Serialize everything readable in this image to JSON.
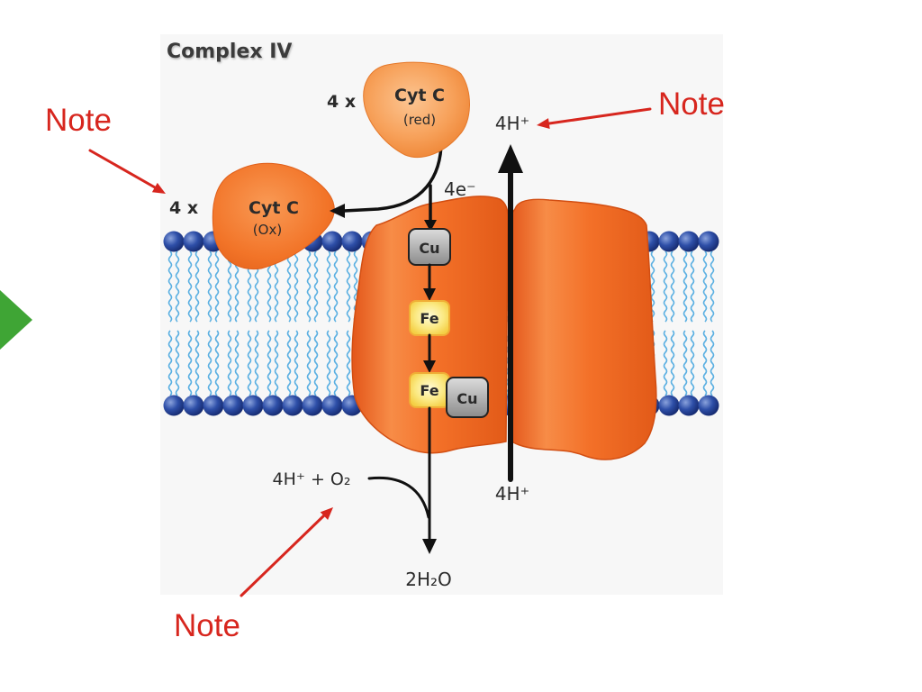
{
  "slide": {
    "annotations": [
      {
        "label": "Note"
      },
      {
        "label": "Note"
      },
      {
        "label": "Note"
      }
    ]
  },
  "diagram": {
    "title": "Complex IV",
    "cyt_c_reduced": {
      "count": "4 x",
      "name": "Cyt C",
      "state": "(red)"
    },
    "cyt_c_oxidized": {
      "count": "4 x",
      "name": "Cyt C",
      "state": "(Ox)"
    },
    "electrons_label": "4e⁻",
    "protons_top_label": "4H⁺",
    "protons_bottom_label": "4H⁺",
    "cofactors": [
      "Cu",
      "Fe",
      "Fe",
      "Cu"
    ],
    "reactants_label": "4H⁺ + O₂",
    "product_label": "2H₂O"
  },
  "icons": {
    "slide_marker": "green-triangle-icon",
    "annotation_pointer": "red-arrow-icon"
  },
  "colors": {
    "annotation_red": "#d7261e",
    "slide_marker_green": "#3fa535",
    "protein_orange": "#f37028",
    "cyt_c_reduced": "#f7a15a",
    "cyt_c_oxidized": "#f27428",
    "lipid_head": "#2e4fa8",
    "lipid_tail": "#5bb0e2",
    "copper_gray": "#a8a8a8",
    "iron_yellow": "#f7d84a"
  }
}
